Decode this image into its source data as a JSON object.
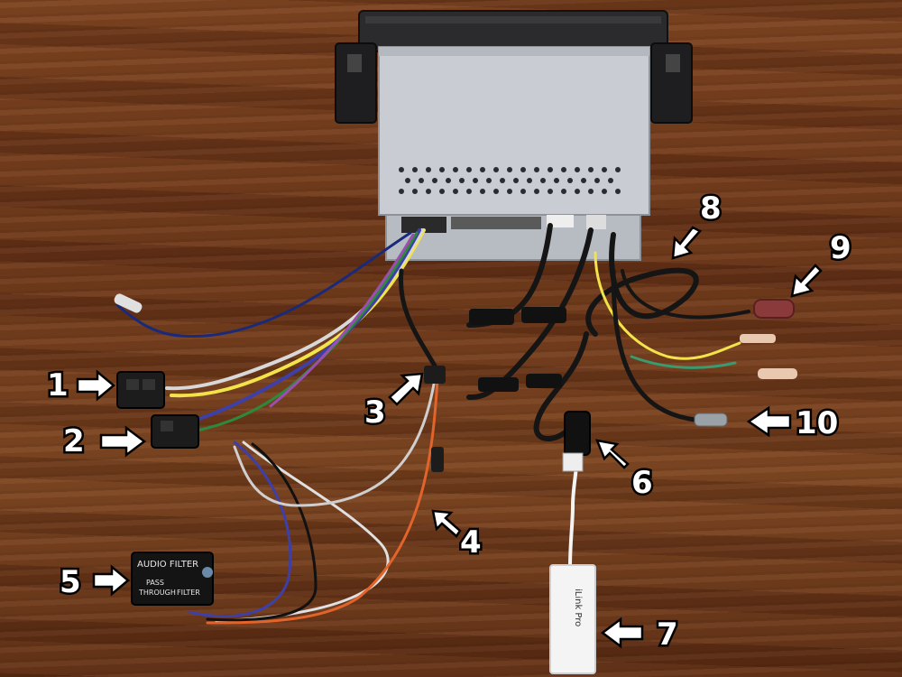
{
  "photo": {
    "callouts": [
      {
        "id": "1",
        "label": "1"
      },
      {
        "id": "2",
        "label": "2"
      },
      {
        "id": "3",
        "label": "3"
      },
      {
        "id": "4",
        "label": "4"
      },
      {
        "id": "5",
        "label": "5"
      },
      {
        "id": "6",
        "label": "6"
      },
      {
        "id": "7",
        "label": "7"
      },
      {
        "id": "8",
        "label": "8"
      },
      {
        "id": "9",
        "label": "9"
      },
      {
        "id": "10",
        "label": "10"
      }
    ],
    "audio_filter": {
      "title": "AUDIO FILTER",
      "pass_line1": "PASS",
      "pass_line2": "THROUGH",
      "filter_label": "FILTER"
    },
    "usb_dongle": {
      "label": "iLink Pro"
    },
    "colors": {
      "wood": "#6b3a1e",
      "head_unit_metal": "#c9cdd3",
      "callout_fill": "#ffffff",
      "callout_outline": "#000000"
    }
  }
}
